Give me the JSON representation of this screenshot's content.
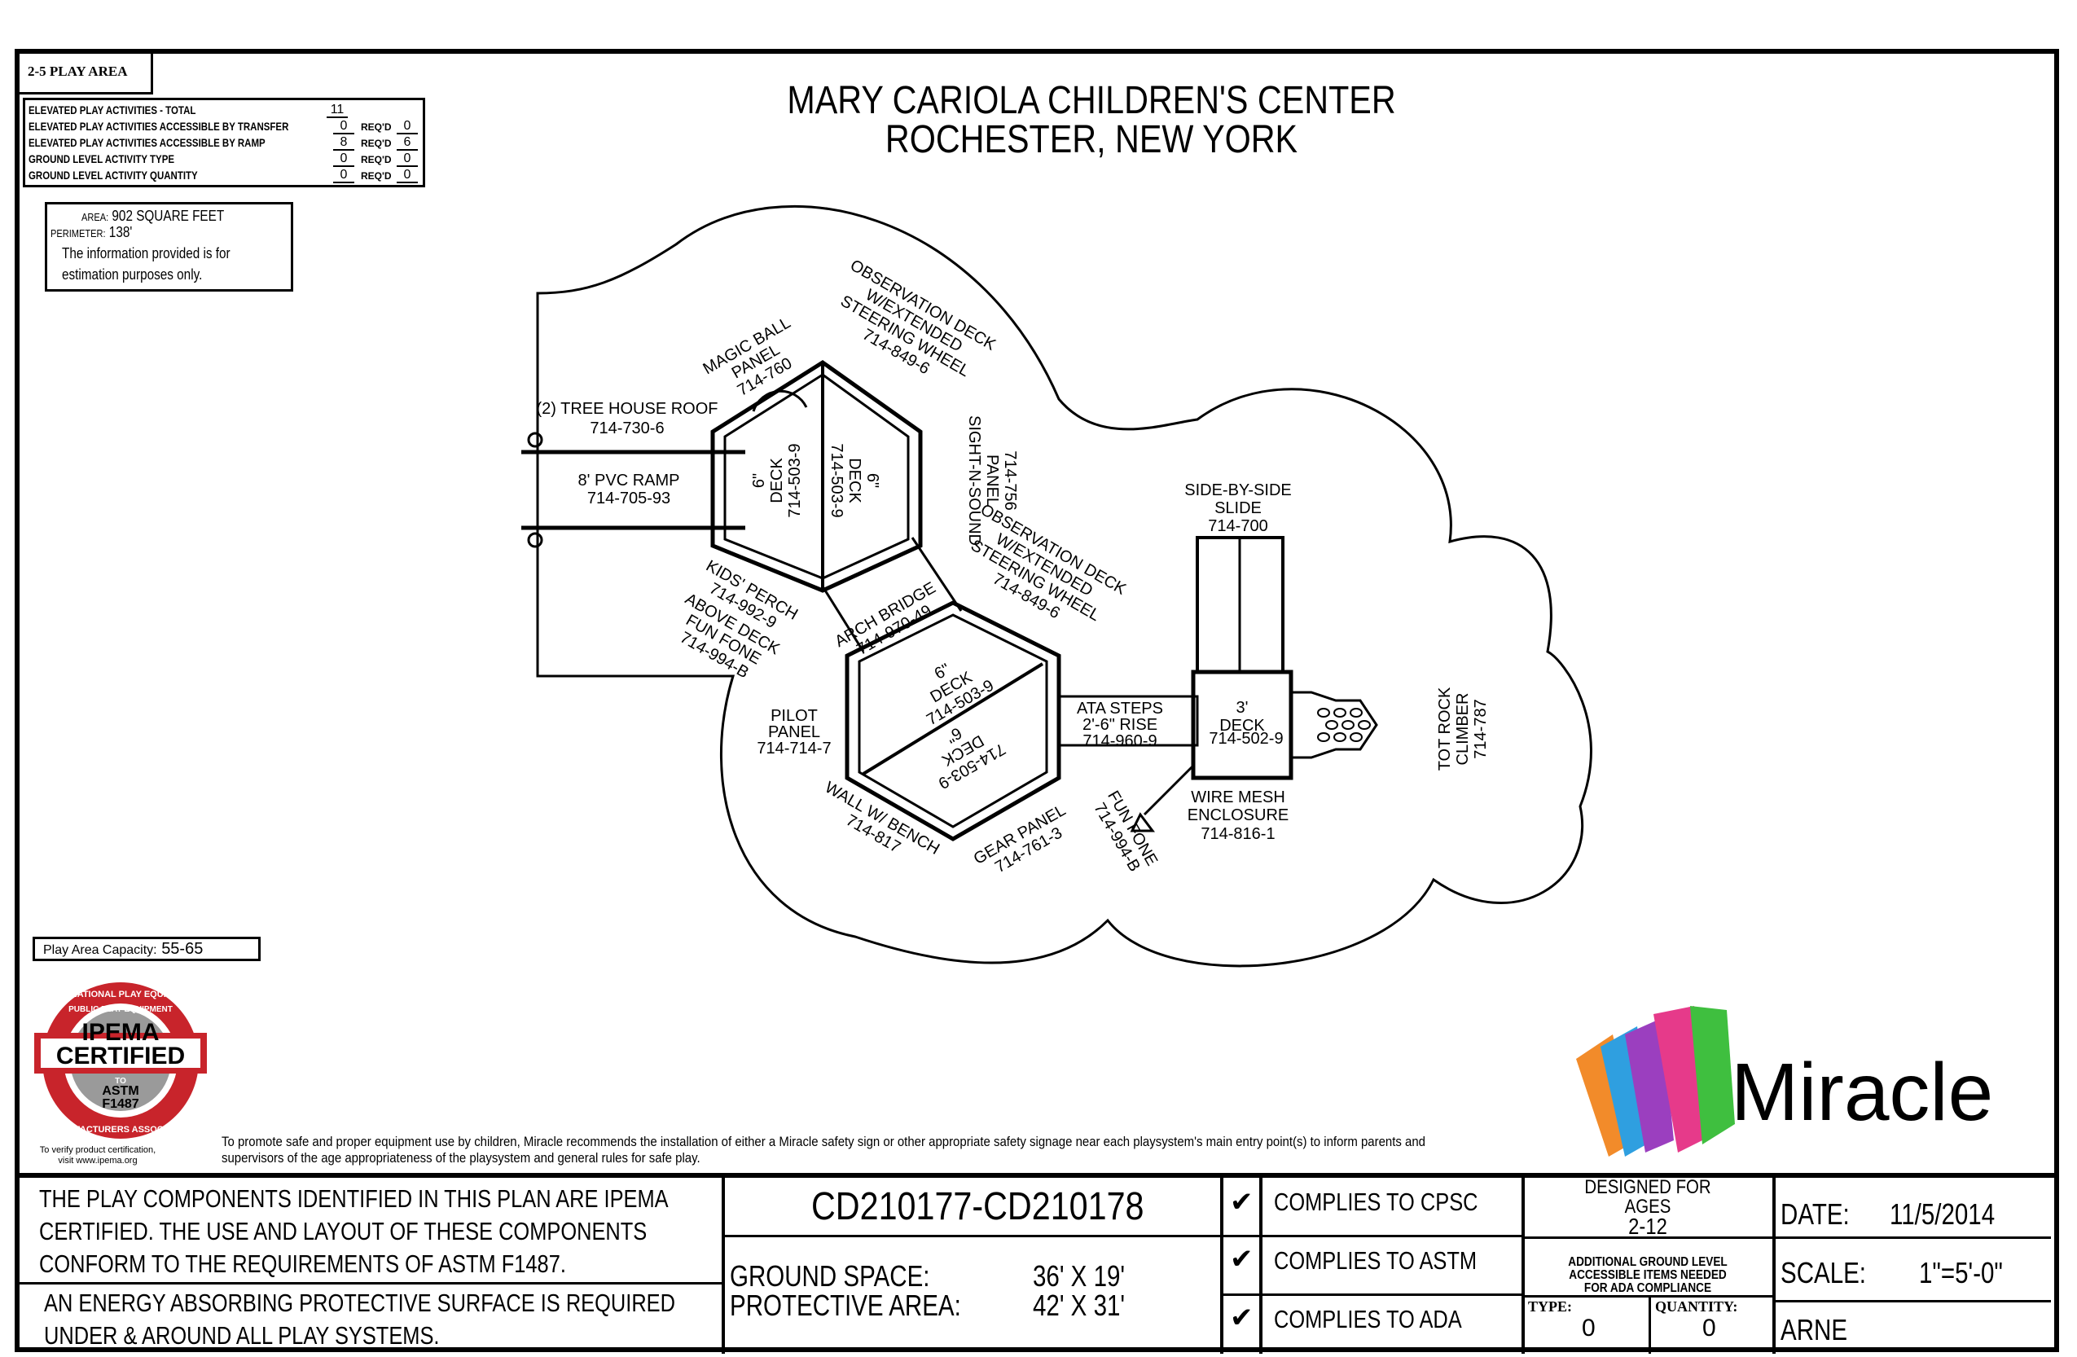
{
  "tag": "2-5 PLAY AREA",
  "activities": [
    {
      "label": "ELEVATED PLAY ACTIVITIES - TOTAL",
      "value": "11",
      "reqd": null,
      "reqd_value": null
    },
    {
      "label": "ELEVATED PLAY ACTIVITIES ACCESSIBLE BY TRANSFER",
      "value": "0",
      "reqd": "REQ'D",
      "reqd_value": "0"
    },
    {
      "label": "ELEVATED PLAY ACTIVITIES ACCESSIBLE BY RAMP",
      "value": "8",
      "reqd": "REQ'D",
      "reqd_value": "6"
    },
    {
      "label": "GROUND LEVEL ACTIVITY TYPE",
      "value": "0",
      "reqd": "REQ'D",
      "reqd_value": "0"
    },
    {
      "label": "GROUND LEVEL ACTIVITY QUANTITY",
      "value": "0",
      "reqd": "REQ'D",
      "reqd_value": "0"
    }
  ],
  "area_box": {
    "area_label": "AREA:",
    "area_value": "902 SQUARE FEET",
    "perimeter_label": "PERIMETER:",
    "perimeter_value": "138'",
    "note_line1": "The information provided is for",
    "note_line2": "estimation purposes only."
  },
  "capacity": {
    "label": "Play Area Capacity:",
    "value": "55-65"
  },
  "title_line1": "MARY CARIOLA CHILDREN'S CENTER",
  "title_line2": "ROCHESTER, NEW YORK",
  "components": {
    "tree_roof": [
      "(2) TREE HOUSE ROOF",
      "714-730-6"
    ],
    "ramp": [
      "8' PVC RAMP",
      "714-705-93"
    ],
    "magic_ball": [
      "MAGIC BALL",
      "PANEL",
      "714-760"
    ],
    "obs_deck_1": [
      "OBSERVATION DECK",
      "W/EXTENDED",
      "STEERING WHEEL",
      "714-849-6"
    ],
    "sight_sound": [
      "SIGHT-N-SOUND",
      "PANEL",
      "714-756"
    ],
    "deck_a": [
      "6\"",
      "DECK",
      "714-503-9"
    ],
    "deck_b": [
      "6\"",
      "DECK",
      "714-503-9"
    ],
    "kids_perch": [
      "KIDS' PERCH",
      "714-992-9"
    ],
    "above_deck_fone": [
      "ABOVE DECK",
      "FUN FONE",
      "714-994-B"
    ],
    "arch_bridge": [
      "ARCH BRIDGE",
      "714-970-49"
    ],
    "obs_deck_2": [
      "OBSERVATION DECK",
      "W/EXTENDED",
      "STEERING WHEEL",
      "714-849-6"
    ],
    "deck_c": [
      "6\"",
      "DECK",
      "714-503-9"
    ],
    "deck_d": [
      "714-503-9",
      "DECK",
      "6\""
    ],
    "pilot": [
      "PILOT",
      "PANEL",
      "714-714-7"
    ],
    "wall_bench": [
      "WALL W/ BENCH",
      "714-817"
    ],
    "gear_panel": [
      "GEAR PANEL",
      "714-761-3"
    ],
    "fun_fone": [
      "FUN FONE",
      "714-994-B"
    ],
    "ata_steps": [
      "ATA STEPS",
      "2'-6\" RISE",
      "714-960-9"
    ],
    "slide": [
      "SIDE-BY-SIDE",
      "SLIDE",
      "714-700"
    ],
    "deck_3": [
      "3'",
      "DECK",
      "714-502-9"
    ],
    "wire_mesh": [
      "WIRE MESH",
      "ENCLOSURE",
      "714-816-1"
    ],
    "tot_rock": [
      "TOT ROCK",
      "CLIMBER",
      "714-787"
    ]
  },
  "ipema": {
    "ring_top": "INTERNATIONAL PLAY EQUIPMENT",
    "ring_bottom": "MANUFACTURERS ASSOCIATION",
    "inner": "PUBLIC PLAY EQUIPMENT",
    "name": "IPEMA",
    "certified": "CERTIFIED",
    "to": "TO",
    "astm": "ASTM",
    "std": "F1487",
    "verify1": "To verify product certification,",
    "verify2": "visit www.ipema.org"
  },
  "brand": "Miracle",
  "safety_note_1": "To promote safe and proper equipment use by children, Miracle recommends the installation of either a Miracle safety sign or other appropriate safety signage near each playsystem's main entry point(s) to inform parents and",
  "safety_note_2": "supervisors of the age appropriateness of the playsystem and general rules for safe play.",
  "title_block": {
    "cert_line1": "THE PLAY COMPONENTS IDENTIFIED IN THIS PLAN ARE IPEMA",
    "cert_line2": "CERTIFIED. THE USE AND LAYOUT OF THESE COMPONENTS",
    "cert_line3": "CONFORM TO THE REQUIREMENTS OF ASTM F1487.",
    "surface_line1": "AN ENERGY ABSORBING PROTECTIVE SURFACE IS REQUIRED",
    "surface_line2": "UNDER & AROUND ALL PLAY SYSTEMS.",
    "model": "CD210177-CD210178",
    "ground_label": "GROUND SPACE:",
    "ground_value": "36' X 19'",
    "protective_label": "PROTECTIVE AREA:",
    "protective_value": "42' X 31'",
    "checks": [
      "COMPLIES TO CPSC",
      "COMPLIES TO ASTM",
      "COMPLIES TO ADA"
    ],
    "check_mark": "✔",
    "designed_for": "DESIGNED FOR",
    "ages_label": "AGES",
    "ages": "2-12",
    "ada_1": "ADDITIONAL GROUND LEVEL",
    "ada_2": "ACCESSIBLE ITEMS NEEDED",
    "ada_3": "FOR ADA COMPLIANCE",
    "type_label": "TYPE:",
    "type_value": "0",
    "qty_label": "QUANTITY:",
    "qty_value": "0",
    "date_label": "DATE:",
    "date_value": "11/5/2014",
    "scale_label": "SCALE:",
    "scale_value": "1\"=5'-0\"",
    "designer": "ARNE"
  },
  "colors": {
    "ipema_red": "#c8242b",
    "ipema_gray": "#9a9a9a"
  }
}
